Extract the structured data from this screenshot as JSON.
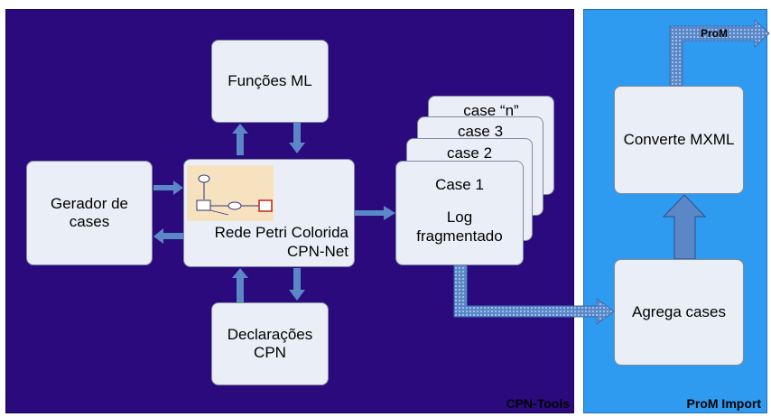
{
  "panels": {
    "cpn_tools": "CPN-Tools",
    "prom_import": "ProM Import"
  },
  "boxes": {
    "funcoes_ml": "Funções ML",
    "gerador_line1": "Gerador de",
    "gerador_line2": "cases",
    "rede_line1": "Rede Petri Colorida",
    "rede_line2": "CPN-Net",
    "declaracoes_line1": "Declarações",
    "declaracoes_line2": "CPN",
    "case_n": "case “n”",
    "case_3": "case 3",
    "case_2": "case 2",
    "case_1": "Case 1",
    "log_line1": "Log",
    "log_line2": "fragmentado",
    "converte": "Converte MXML",
    "agrega": "Agrega cases"
  },
  "prom_arrow_label": "ProM",
  "colors": {
    "cpn_panel": "#2b0a7e",
    "prom_panel": "#2f9bf0",
    "box_fill": "#eaeef6",
    "arrow": "#5b87c7",
    "inset_fill": "#f7e2bf"
  }
}
